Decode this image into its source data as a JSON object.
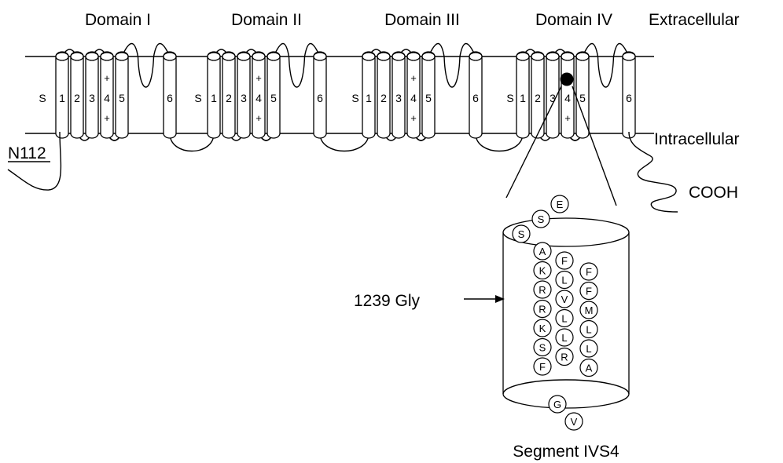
{
  "domains": [
    "Domain I",
    "Domain II",
    "Domain III",
    "Domain IV"
  ],
  "extracellular_label": "Extracellular",
  "intracellular_label": "Intracellular",
  "n_terminus_label": "N112",
  "c_terminus_label": "COOH",
  "segment_labels": [
    "S",
    "1",
    "2",
    "3",
    "4",
    "5",
    "6"
  ],
  "voltage_sensor_charge": "+",
  "mutation_label": "1239 Gly",
  "segment_title": "Segment IVS4",
  "helix_residues": {
    "above": [
      "E",
      "S",
      "S"
    ],
    "left_column": [
      "A",
      "K",
      "R",
      "R",
      "K",
      "S",
      "F"
    ],
    "middle_column": [
      "F",
      "L",
      "V",
      "L",
      "L",
      "R"
    ],
    "right_column": [
      "F",
      "F",
      "M",
      "L",
      "L",
      "A"
    ],
    "below": [
      "G",
      "V"
    ]
  },
  "colors": {
    "stroke": "#000000",
    "background": "#ffffff",
    "mutation_marker": "#000000"
  }
}
